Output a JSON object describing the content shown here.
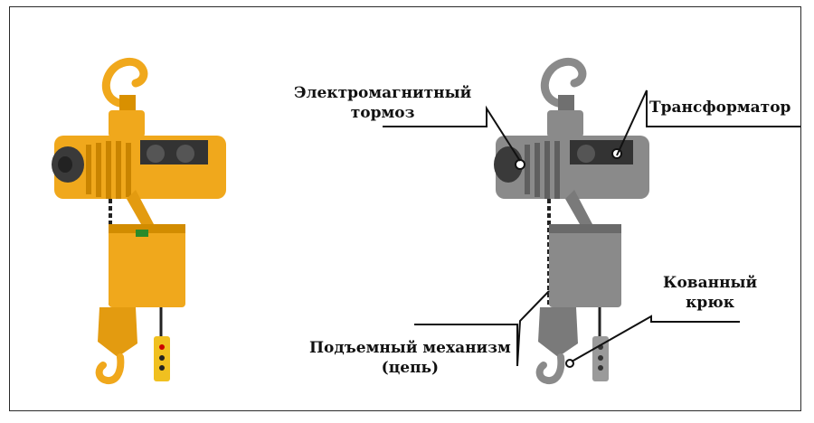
{
  "labels": {
    "brake": [
      "Электромагнитный",
      "тормоз"
    ],
    "transformer": "Трансформатор",
    "hook": [
      "Кованный",
      "крюк"
    ],
    "lifting": [
      "Подъемный механизм",
      "(цепь)"
    ]
  },
  "colors": {
    "color_hoist_main": "#f0a81c",
    "color_hoist_dark": "#c98400",
    "color_gray_main": "#8a8a8a",
    "color_gray_dark": "#555555",
    "color_leader": "#111111"
  }
}
